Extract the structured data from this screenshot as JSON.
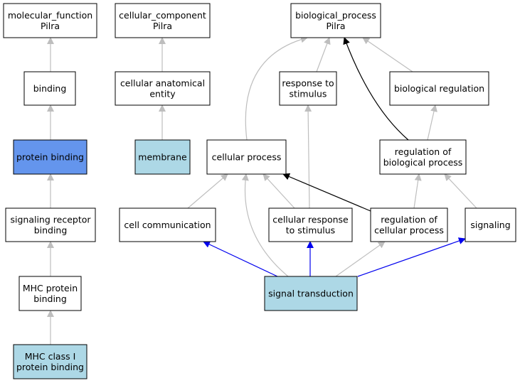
{
  "colors": {
    "default": "#ffffff",
    "highlight": "#6495ed",
    "annotated": "#add8e6",
    "edge_gray": "#bebebe",
    "edge_black": "#000000",
    "edge_blue": "#0000ee"
  },
  "nodes": [
    {
      "id": "mf",
      "lines": [
        "molecular_function",
        "Pilra"
      ],
      "fill": "default"
    },
    {
      "id": "binding",
      "lines": [
        "binding"
      ],
      "fill": "default"
    },
    {
      "id": "protein_binding",
      "lines": [
        "protein binding"
      ],
      "fill": "highlight"
    },
    {
      "id": "srb",
      "lines": [
        "signaling receptor",
        "binding"
      ],
      "fill": "default"
    },
    {
      "id": "mhcpb",
      "lines": [
        "MHC protein",
        "binding"
      ],
      "fill": "default"
    },
    {
      "id": "mhc1",
      "lines": [
        "MHC class I",
        "protein binding"
      ],
      "fill": "annotated"
    },
    {
      "id": "cc",
      "lines": [
        "cellular_component",
        "Pilra"
      ],
      "fill": "default"
    },
    {
      "id": "cae",
      "lines": [
        "cellular anatomical",
        "entity"
      ],
      "fill": "default"
    },
    {
      "id": "membrane",
      "lines": [
        "membrane"
      ],
      "fill": "annotated"
    },
    {
      "id": "bp",
      "lines": [
        "biological_process",
        "Pilra"
      ],
      "fill": "default"
    },
    {
      "id": "rts",
      "lines": [
        "response to",
        "stimulus"
      ],
      "fill": "default"
    },
    {
      "id": "breg",
      "lines": [
        "biological regulation"
      ],
      "fill": "default"
    },
    {
      "id": "cproc",
      "lines": [
        "cellular process"
      ],
      "fill": "default"
    },
    {
      "id": "rbp",
      "lines": [
        "regulation of",
        "biological process"
      ],
      "fill": "default"
    },
    {
      "id": "ccomm",
      "lines": [
        "cell communication"
      ],
      "fill": "default"
    },
    {
      "id": "crs",
      "lines": [
        "cellular response",
        "to stimulus"
      ],
      "fill": "default"
    },
    {
      "id": "rcp",
      "lines": [
        "regulation of",
        "cellular process"
      ],
      "fill": "default"
    },
    {
      "id": "signaling",
      "lines": [
        "signaling"
      ],
      "fill": "default"
    },
    {
      "id": "st",
      "lines": [
        "signal transduction"
      ],
      "fill": "annotated"
    }
  ],
  "edges": [
    {
      "from": "binding",
      "to": "mf",
      "color": "edge_gray"
    },
    {
      "from": "protein_binding",
      "to": "binding",
      "color": "edge_gray"
    },
    {
      "from": "srb",
      "to": "protein_binding",
      "color": "edge_gray"
    },
    {
      "from": "mhcpb",
      "to": "srb",
      "color": "edge_gray"
    },
    {
      "from": "mhc1",
      "to": "mhcpb",
      "color": "edge_gray"
    },
    {
      "from": "cae",
      "to": "cc",
      "color": "edge_gray"
    },
    {
      "from": "membrane",
      "to": "cae",
      "color": "edge_gray"
    },
    {
      "from": "cproc",
      "to": "bp",
      "color": "edge_gray"
    },
    {
      "from": "rts",
      "to": "bp",
      "color": "edge_gray"
    },
    {
      "from": "breg",
      "to": "bp",
      "color": "edge_gray"
    },
    {
      "from": "rbp",
      "to": "bp",
      "color": "edge_black"
    },
    {
      "from": "rbp",
      "to": "breg",
      "color": "edge_gray"
    },
    {
      "from": "crs",
      "to": "rts",
      "color": "edge_gray"
    },
    {
      "from": "ccomm",
      "to": "cproc",
      "color": "edge_gray"
    },
    {
      "from": "crs",
      "to": "cproc",
      "color": "edge_gray"
    },
    {
      "from": "st",
      "to": "cproc",
      "color": "edge_gray"
    },
    {
      "from": "rcp",
      "to": "cproc",
      "color": "edge_black"
    },
    {
      "from": "rcp",
      "to": "rbp",
      "color": "edge_gray"
    },
    {
      "from": "signaling",
      "to": "rbp",
      "color": "edge_gray"
    },
    {
      "from": "st",
      "to": "ccomm",
      "color": "edge_blue"
    },
    {
      "from": "st",
      "to": "crs",
      "color": "edge_blue"
    },
    {
      "from": "st",
      "to": "rcp",
      "color": "edge_gray"
    },
    {
      "from": "st",
      "to": "signaling",
      "color": "edge_blue"
    }
  ]
}
